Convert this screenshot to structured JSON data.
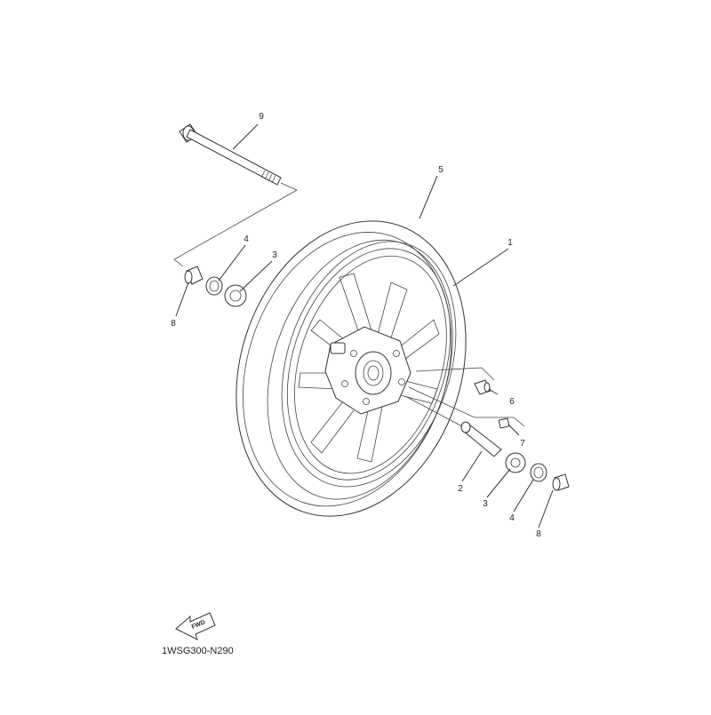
{
  "diagram": {
    "callouts": {
      "wheel": "1",
      "axle_collar": "2",
      "bearing_left": "3",
      "oil_seal_left": "4",
      "tire": "5",
      "valve": "6",
      "valve_cap": "7",
      "collar_left": "8",
      "axle_shaft": "9",
      "bearing_right": "3",
      "oil_seal_right": "4",
      "collar_right": "8"
    },
    "fwd_label": "FWD",
    "part_code": "1WSG300-N290"
  }
}
